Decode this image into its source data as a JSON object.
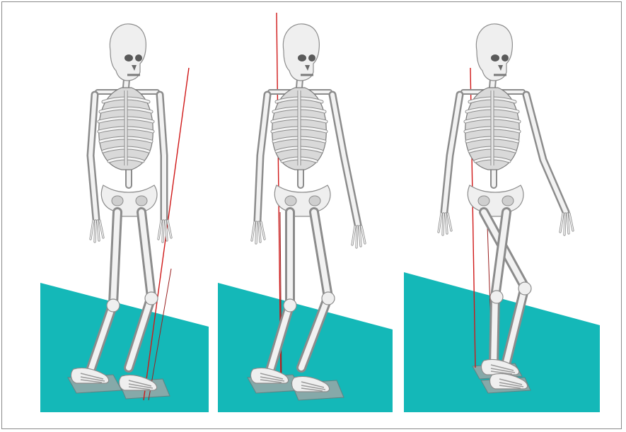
{
  "figure": {
    "panel_count": 3,
    "colors": {
      "floor": "#14b8b8",
      "bone": "#efefef",
      "bone_outline": "#8c8c8c",
      "force_line": "#d01818",
      "background": "#ffffff",
      "border": "#8a8a8a"
    },
    "panels": [
      {
        "id": "panel-1",
        "pose": "stance",
        "force_lines": 2
      },
      {
        "id": "panel-2",
        "pose": "stance",
        "force_lines": 2
      },
      {
        "id": "panel-3",
        "pose": "swing",
        "force_lines": 2
      }
    ]
  }
}
